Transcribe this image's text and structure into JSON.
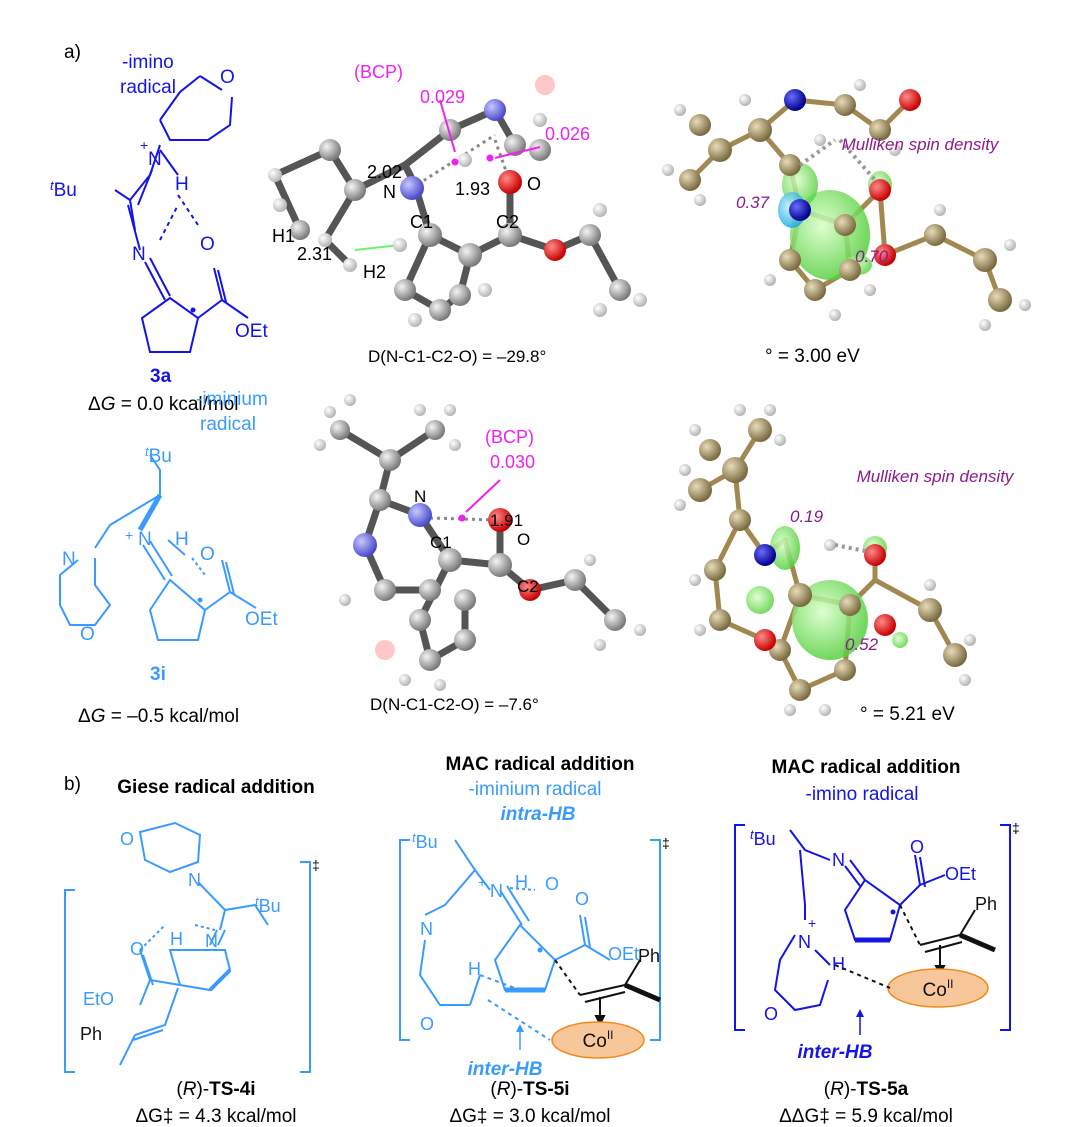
{
  "panel_a": {
    "label": "a)",
    "row1": {
      "struct_label_1": "-imino",
      "struct_label_2": "radical",
      "compound": "3a",
      "dg_prefix": "Δ",
      "dg_var": "G",
      "dg_value": " = 0.0 kcal/mol",
      "bcp": "(BCP)",
      "bcp_val_1": "0.029",
      "bcp_val_2": "0.026",
      "dist_1": "2.02",
      "dist_2": "1.93",
      "dist_3": "2.31",
      "atom_n": "N",
      "atom_o": "O",
      "atom_c1": "C1",
      "atom_c2": "C2",
      "atom_h1": "H1",
      "atom_h2": "H2",
      "dihedral": "D(N-C1-C2-O) = –29.8°",
      "spin_title": "Mulliken spin density",
      "spin_1": "0.37",
      "spin_2": "0.70",
      "energy": "° = 3.00 eV",
      "colors": {
        "molecule": "#1414e6",
        "bcp": "#ee22ee",
        "spin": "#8b1a8b"
      }
    },
    "row2": {
      "struct_label_1": "-iminium",
      "struct_label_2": "radical",
      "compound": "3i",
      "dg_prefix": "Δ",
      "dg_var": "G",
      "dg_value": " = –0.5 kcal/mol",
      "bcp": "(BCP)",
      "bcp_val": "0.030",
      "dist": "1.91",
      "atom_n": "N",
      "atom_o": "O",
      "atom_c1": "C1",
      "atom_c2": "C2",
      "dihedral": "D(N-C1-C2-O) = –7.6°",
      "spin_title": "Mulliken spin density",
      "spin_1": "0.19",
      "spin_2": "0.52",
      "energy": "° = 5.21 eV",
      "colors": {
        "molecule": "#3a9bff"
      }
    }
  },
  "panel_b": {
    "label": "b)",
    "giese": {
      "title": "Giese radical addition",
      "ts_prefix": "(",
      "ts_r": "R",
      "ts_mid": ")-",
      "ts_name": "TS-4i",
      "dg": "ΔG‡ = 4.3 kcal/mol",
      "ph": "Ph",
      "eto": "EtO",
      "tbu": "Bu",
      "o": "O",
      "n": "N",
      "h": "H"
    },
    "mac1": {
      "title": "MAC radical addition",
      "subtitle": "-iminium radical",
      "intra": "intra-HB",
      "inter": "inter-HB",
      "co": "Co",
      "co_sup": "II",
      "ts_prefix": "(",
      "ts_r": "R",
      "ts_mid": ")-",
      "ts_name": "TS-5i",
      "dg": "ΔG‡ = 3.0 kcal/mol",
      "ph": "Ph",
      "oet": "OEt",
      "tbu": "Bu"
    },
    "mac2": {
      "title": "MAC radical addition",
      "subtitle": "-imino radical",
      "inter": "inter-HB",
      "co": "Co",
      "co_sup": "II",
      "ts_prefix": "(",
      "ts_r": "R",
      "ts_mid": ")-",
      "ts_name": "TS-5a",
      "dg": "ΔΔG‡ = 5.9 kcal/mol",
      "ph": "Ph",
      "oet": "OEt",
      "tbu": "Bu"
    },
    "colors": {
      "dark": "#1414e6",
      "light": "#3a9bff",
      "co_fill": "#f7c79a",
      "co_stroke": "#f08a1e"
    }
  }
}
